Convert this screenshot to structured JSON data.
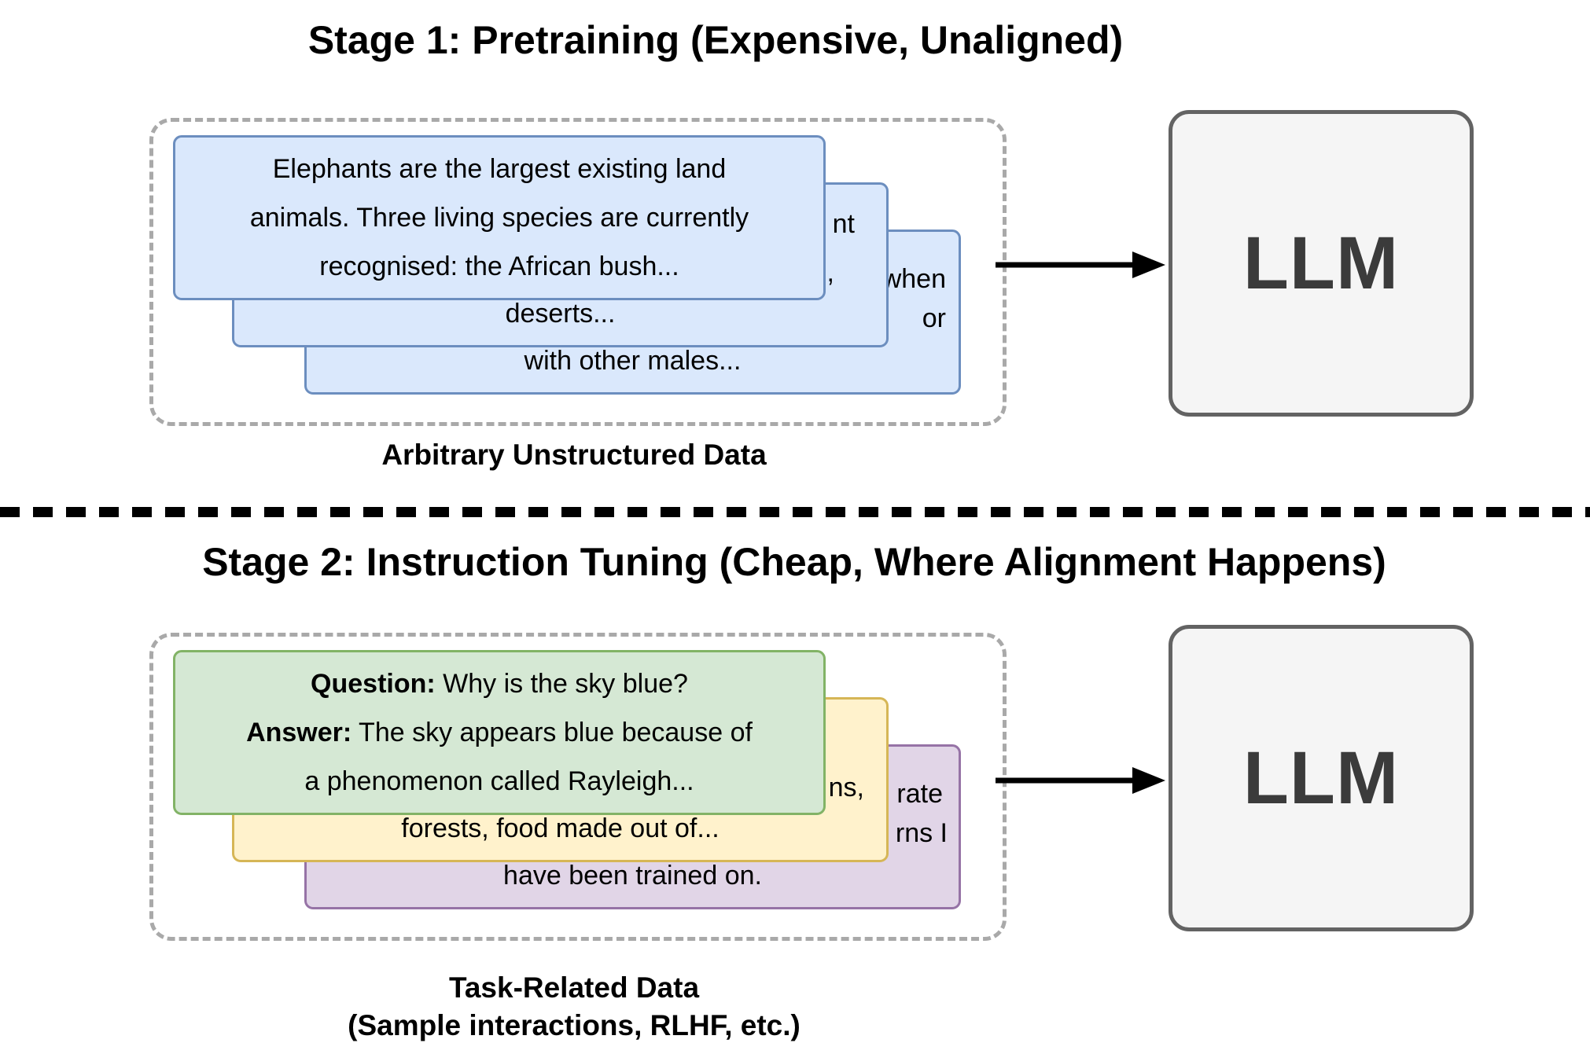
{
  "stage1": {
    "title": "Stage 1: Pretraining (Expensive, Unaligned)",
    "front_card": {
      "line1": "Elephants are the largest existing land",
      "line2": "animals. Three living species are currently",
      "line3": "recognised: the African bush..."
    },
    "mid_card": {
      "edge_fragment_1": "nt",
      "edge_fragment_2": ",",
      "bottom_line": "deserts..."
    },
    "back_card": {
      "edge_fragment_1": "when",
      "edge_fragment_2": "or",
      "bottom_line": "with other males..."
    },
    "caption": "Arbitrary Unstructured Data",
    "llm_label": "LLM"
  },
  "stage2": {
    "title": "Stage 2: Instruction Tuning (Cheap, Where Alignment Happens)",
    "front_card": {
      "q_label": "Question:",
      "q_text": " Why is the sky blue?",
      "a_label": "Answer:",
      "a_text": " The sky appears blue because of",
      "a_line2": "a phenomenon called Rayleigh..."
    },
    "mid_card": {
      "edge_fragment_1": "ns,",
      "bottom_line": "forests, food made out of..."
    },
    "back_card": {
      "edge_fragment_1": "rate",
      "edge_fragment_2": "rns I",
      "bottom_line": "have been trained on."
    },
    "caption_line1": "Task-Related Data",
    "caption_line2": "(Sample interactions, RLHF, etc.)",
    "llm_label": "LLM"
  },
  "colors": {
    "blue_card_fill": "#dae8fc",
    "blue_card_border": "#6c8ebf",
    "green_card_fill": "#d5e8d4",
    "green_card_border": "#82b366",
    "yellow_card_fill": "#fff2cc",
    "yellow_card_border": "#d6b656",
    "purple_card_fill": "#e1d5e7",
    "purple_card_border": "#9673a6",
    "llm_box_fill": "#f5f5f5",
    "llm_box_border": "#636363",
    "dashed_container_border": "#a9a9a9",
    "divider": "#000000"
  }
}
